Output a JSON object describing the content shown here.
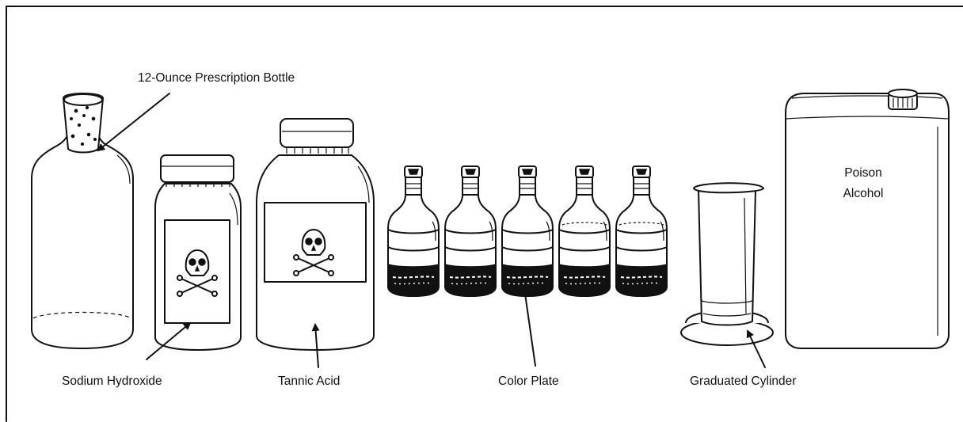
{
  "labels": {
    "prescription_bottle": "12-Ounce Prescription Bottle",
    "sodium_hydroxide": "Sodium Hydroxide",
    "tannic_acid": "Tannic Acid",
    "color_plate": "Color Plate",
    "graduated_cylinder": "Graduated Cylinder",
    "poison_line1": "Poison",
    "poison_line2": "Alcohol"
  }
}
